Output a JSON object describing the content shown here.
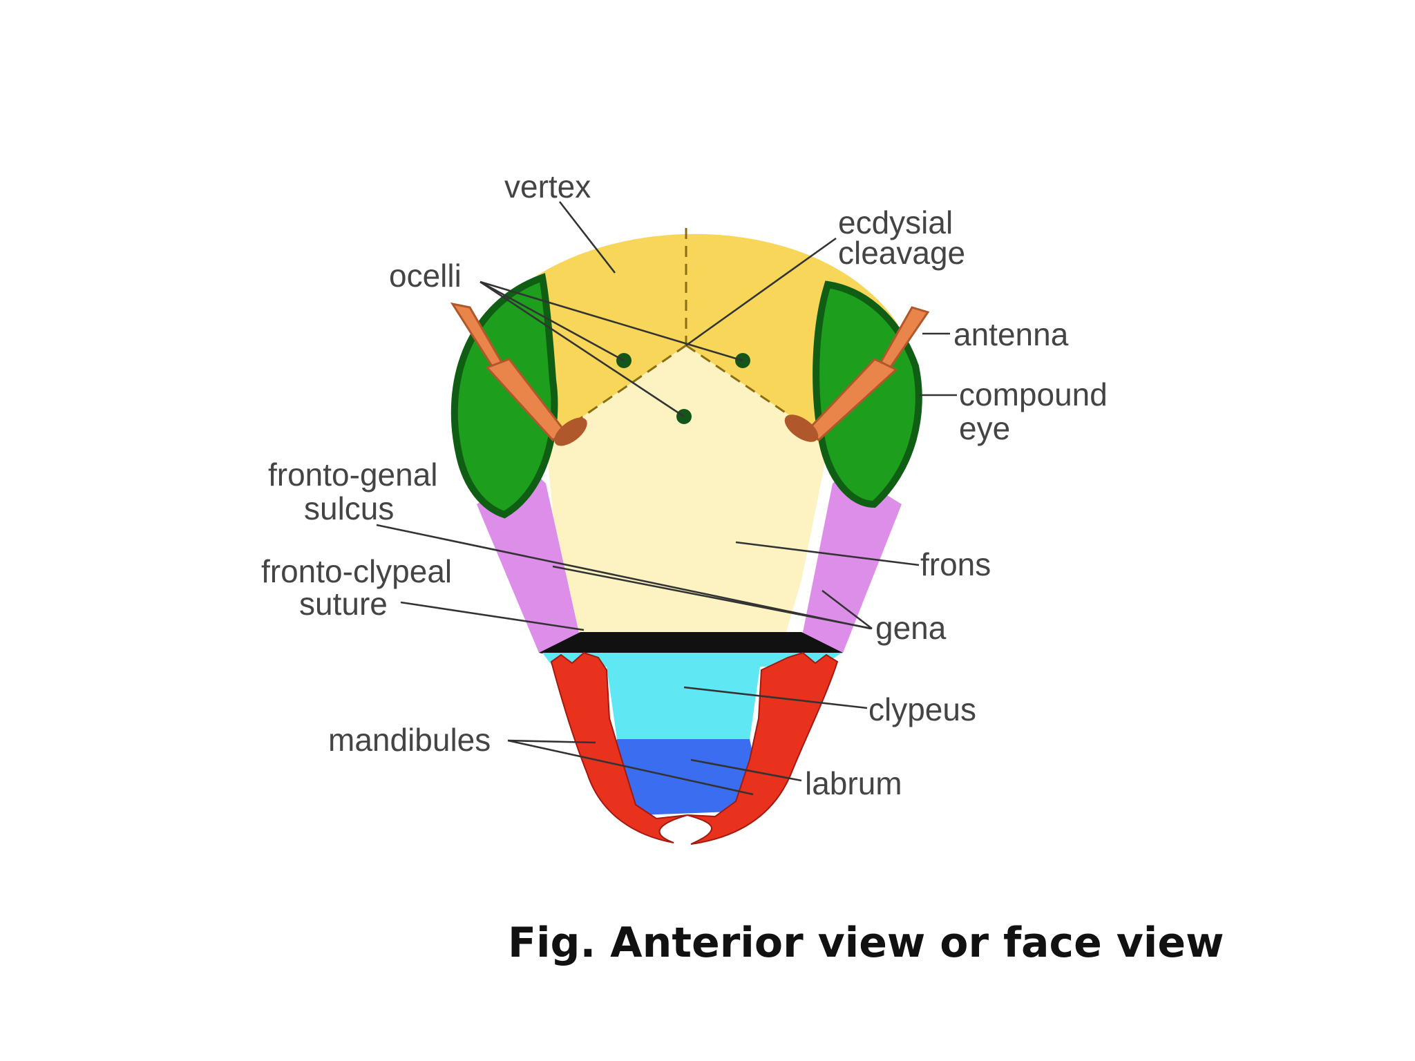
{
  "caption": "Fig. Anterior view or face view",
  "labels": {
    "vertex": "vertex",
    "ecdysial_1": "ecdysial",
    "ecdysial_2": "cleavage",
    "ocelli": "ocelli",
    "antenna": "antenna",
    "compound_1": "compound",
    "compound_2": "eye",
    "fronto_genal_1": "fronto-genal",
    "fronto_genal_2": "sulcus",
    "fronto_clypeal_1": "fronto-clypeal",
    "fronto_clypeal_2": "suture",
    "frons": "frons",
    "gena": "gena",
    "clypeus": "clypeus",
    "mandibules": "mandibules",
    "labrum": "labrum"
  },
  "colors": {
    "vertex": "#f7d65a",
    "frons": "#fdf3c2",
    "compound_eye": "#1d9e1d",
    "compound_eye_rim": "#0f5e14",
    "antenna": "#e9844a",
    "antenna_socket": "#b0582b",
    "gena": "#dd8ee9",
    "clypeus": "#5fe8f4",
    "labrum": "#3a6df0",
    "mandibules": "#e8321e",
    "ocelli": "#14561a"
  }
}
